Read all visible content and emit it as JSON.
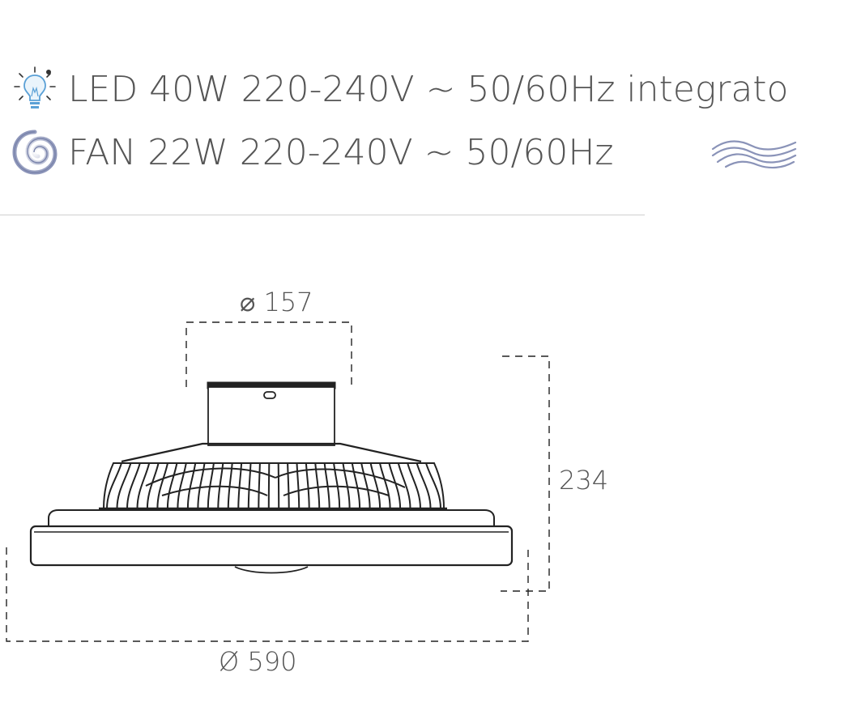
{
  "specs": {
    "led": {
      "text": "LED 40W 220-240V ~ 50/60Hz integrato",
      "icon": "light-bulb-icon",
      "icon_color": "#5aa0d6"
    },
    "fan": {
      "text": "FAN 22W 220-240V ~ 50/60Hz",
      "icon": "swirl-icon",
      "icon_color": "#8a93b8"
    },
    "wind_icon": "wind-waves-icon",
    "wind_color": "#8a93b8"
  },
  "dimensions": {
    "top_diameter": "⌀ 157",
    "height": "234",
    "bottom_diameter": "Ø 590"
  },
  "colors": {
    "text": "#555555",
    "line": "#222222",
    "divider": "#cfcfcf"
  }
}
